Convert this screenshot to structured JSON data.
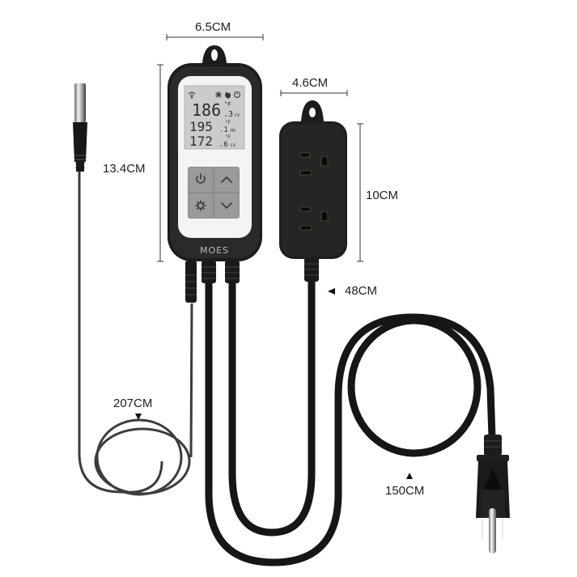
{
  "product": {
    "brand": "MOES",
    "description": "Temperature controller with probe and dual outlet"
  },
  "dimensions": {
    "controller_width": "6.5CM",
    "controller_height": "13.4CM",
    "outlet_width": "4.6CM",
    "outlet_height": "10CM",
    "outlet_cord": "48CM",
    "probe_cord": "207CM",
    "power_cord": "150CM"
  },
  "display": {
    "status_icons": [
      "wifi-icon",
      "snowflake-icon",
      "flame-icon",
      "clock-icon"
    ],
    "rows": [
      {
        "value": "186",
        "decimal": ".3",
        "unit": "°F",
        "sub": "CV"
      },
      {
        "value": "195",
        "decimal": ".1",
        "unit": "°F",
        "sub": "HV"
      },
      {
        "value": "172",
        "decimal": ".6",
        "unit": "°F",
        "sub": "LV"
      }
    ]
  },
  "buttons": [
    {
      "name": "power",
      "icon": "power-icon"
    },
    {
      "name": "up",
      "icon": "chevron-up-icon"
    },
    {
      "name": "settings",
      "icon": "gear-icon"
    },
    {
      "name": "down",
      "icon": "chevron-down-icon"
    }
  ],
  "colors": {
    "body": "#1c1c1c",
    "face": "#f4f4f4",
    "lcd": "#c9ccc8",
    "button": "#9a9a9a",
    "cord": "#1a1a1a"
  }
}
